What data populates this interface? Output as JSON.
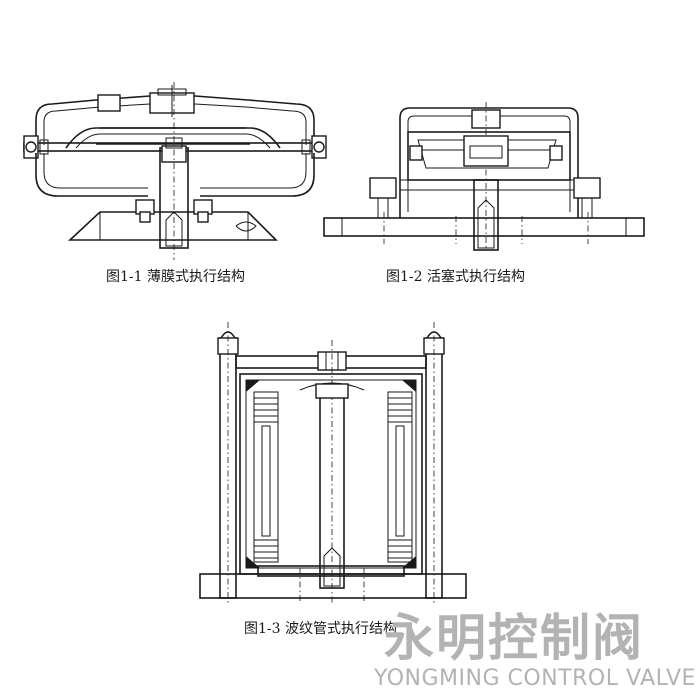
{
  "figures": [
    {
      "caption": "图1-1  薄膜式执行结构"
    },
    {
      "caption": "图1-2  活塞式执行结构"
    },
    {
      "caption": "图1-3  波纹管式执行结构"
    }
  ],
  "watermark": {
    "name_cn": "永明控制阀",
    "name_en": "YONGMING CONTROL VALVE"
  }
}
